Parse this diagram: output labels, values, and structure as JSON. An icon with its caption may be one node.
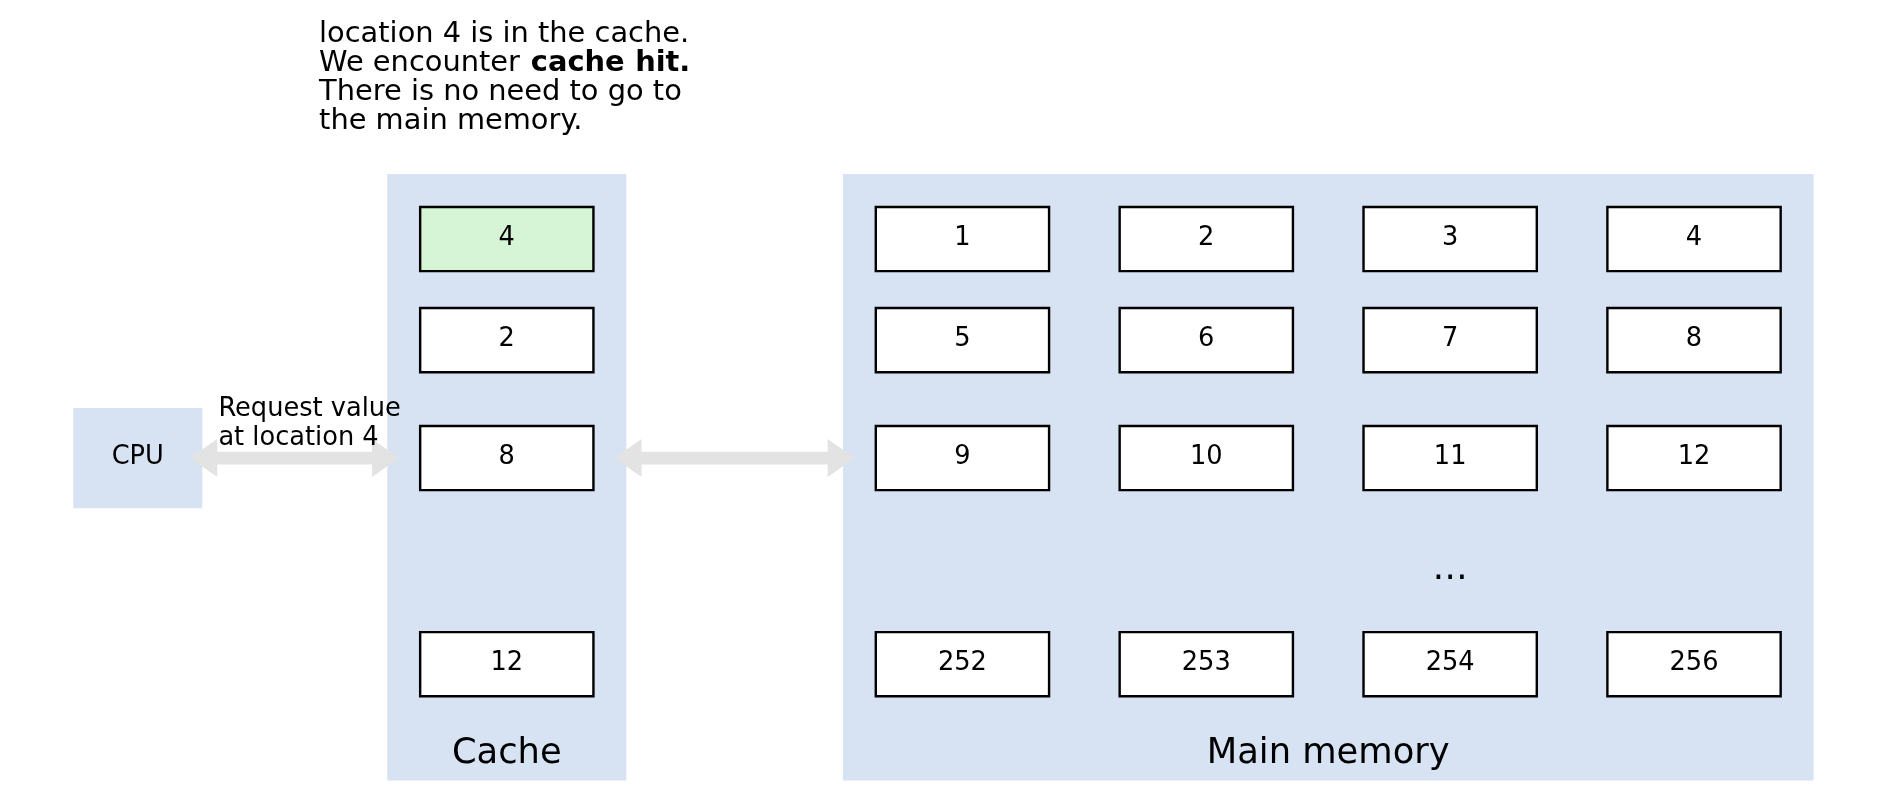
{
  "diagram": {
    "nodes": [
      {
        "text": [
          "CPU"
        ]
      },
      {
        "text": [
          "Cache"
        ]
      },
      {
        "text": [
          "4"
        ],
        "in": 1
      },
      {
        "text": [
          "2"
        ],
        "in": 1
      },
      {
        "text": [
          "8"
        ],
        "in": 1
      },
      {
        "text": [
          "12"
        ],
        "in": 1
      },
      {
        "text": [
          "Main memory"
        ]
      },
      {
        "text": [
          "1"
        ],
        "in": 6
      },
      {
        "text": [
          "2"
        ],
        "in": 6
      },
      {
        "text": [
          "3"
        ],
        "in": 6
      },
      {
        "text": [
          "4"
        ],
        "in": 6
      },
      {
        "text": [
          "5"
        ],
        "in": 6
      },
      {
        "text": [
          "6"
        ],
        "in": 6
      },
      {
        "text": [
          "7"
        ],
        "in": 6
      },
      {
        "text": [
          "8"
        ],
        "in": 6
      },
      {
        "text": [
          "9"
        ],
        "in": 6
      },
      {
        "text": [
          "10"
        ],
        "in": 6
      },
      {
        "text": [
          "11"
        ],
        "in": 6
      },
      {
        "text": [
          "12"
        ],
        "in": 6
      },
      {
        "text": [
          "252"
        ],
        "in": 6
      },
      {
        "text": [
          "253"
        ],
        "in": 6
      },
      {
        "text": [
          "254"
        ],
        "in": 6
      },
      {
        "text": [
          "256"
        ],
        "in": 6
      }
    ],
    "edges": [
      {
        "from": 0,
        "to": 1,
        "arrow": "both",
        "label": "Request value at location 4"
      },
      {
        "from": 1,
        "to": 6,
        "arrow": "both"
      }
    ],
    "labels": [
      "location 4 is in the cache. We encounter **cache hit.** There is no need to go to the main memory.",
      "…"
    ]
  }
}
